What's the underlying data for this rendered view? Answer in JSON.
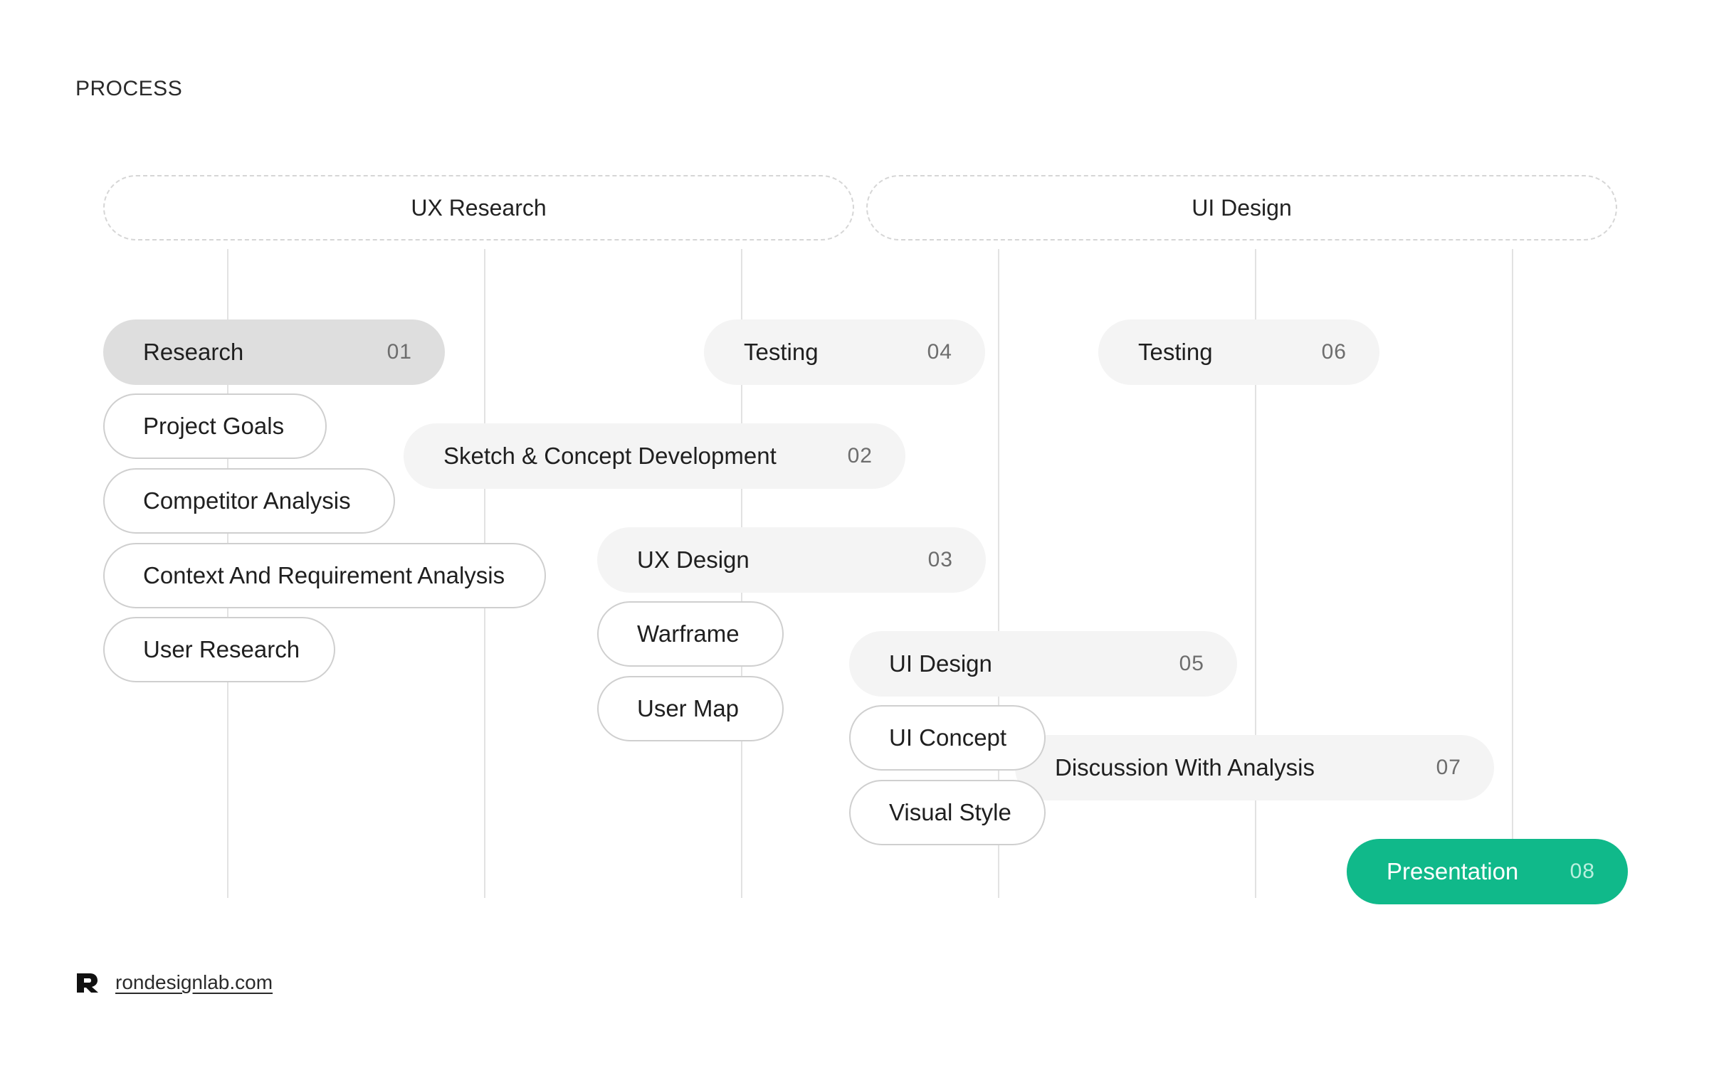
{
  "header": {
    "title": "PROCESS"
  },
  "phases": [
    {
      "label": "UX Research"
    },
    {
      "label": "UI Design"
    }
  ],
  "steps": {
    "research": {
      "label": "Research",
      "number": "01"
    },
    "sketch": {
      "label": "Sketch & Concept Development",
      "number": "02"
    },
    "ux_design": {
      "label": "UX Design",
      "number": "03"
    },
    "testing_1": {
      "label": "Testing",
      "number": "04"
    },
    "ui_design": {
      "label": "UI Design",
      "number": "05"
    },
    "testing_2": {
      "label": "Testing",
      "number": "06"
    },
    "discussion": {
      "label": "Discussion With Analysis",
      "number": "07"
    },
    "presentation": {
      "label": "Presentation",
      "number": "08"
    }
  },
  "substeps": {
    "research": [
      "Project Goals",
      "Competitor Analysis",
      "Context And Requirement Analysis",
      "User Research"
    ],
    "ux_design": [
      "Warframe",
      "User Map"
    ],
    "ui_design": [
      "UI Concept",
      "Visual Style"
    ]
  },
  "footer": {
    "site": "rondesignlab.com"
  },
  "colors": {
    "accent": "#10b98a",
    "active_step": "#dedede",
    "step_fill": "#f4f4f4",
    "outline": "#cfcfcf"
  }
}
